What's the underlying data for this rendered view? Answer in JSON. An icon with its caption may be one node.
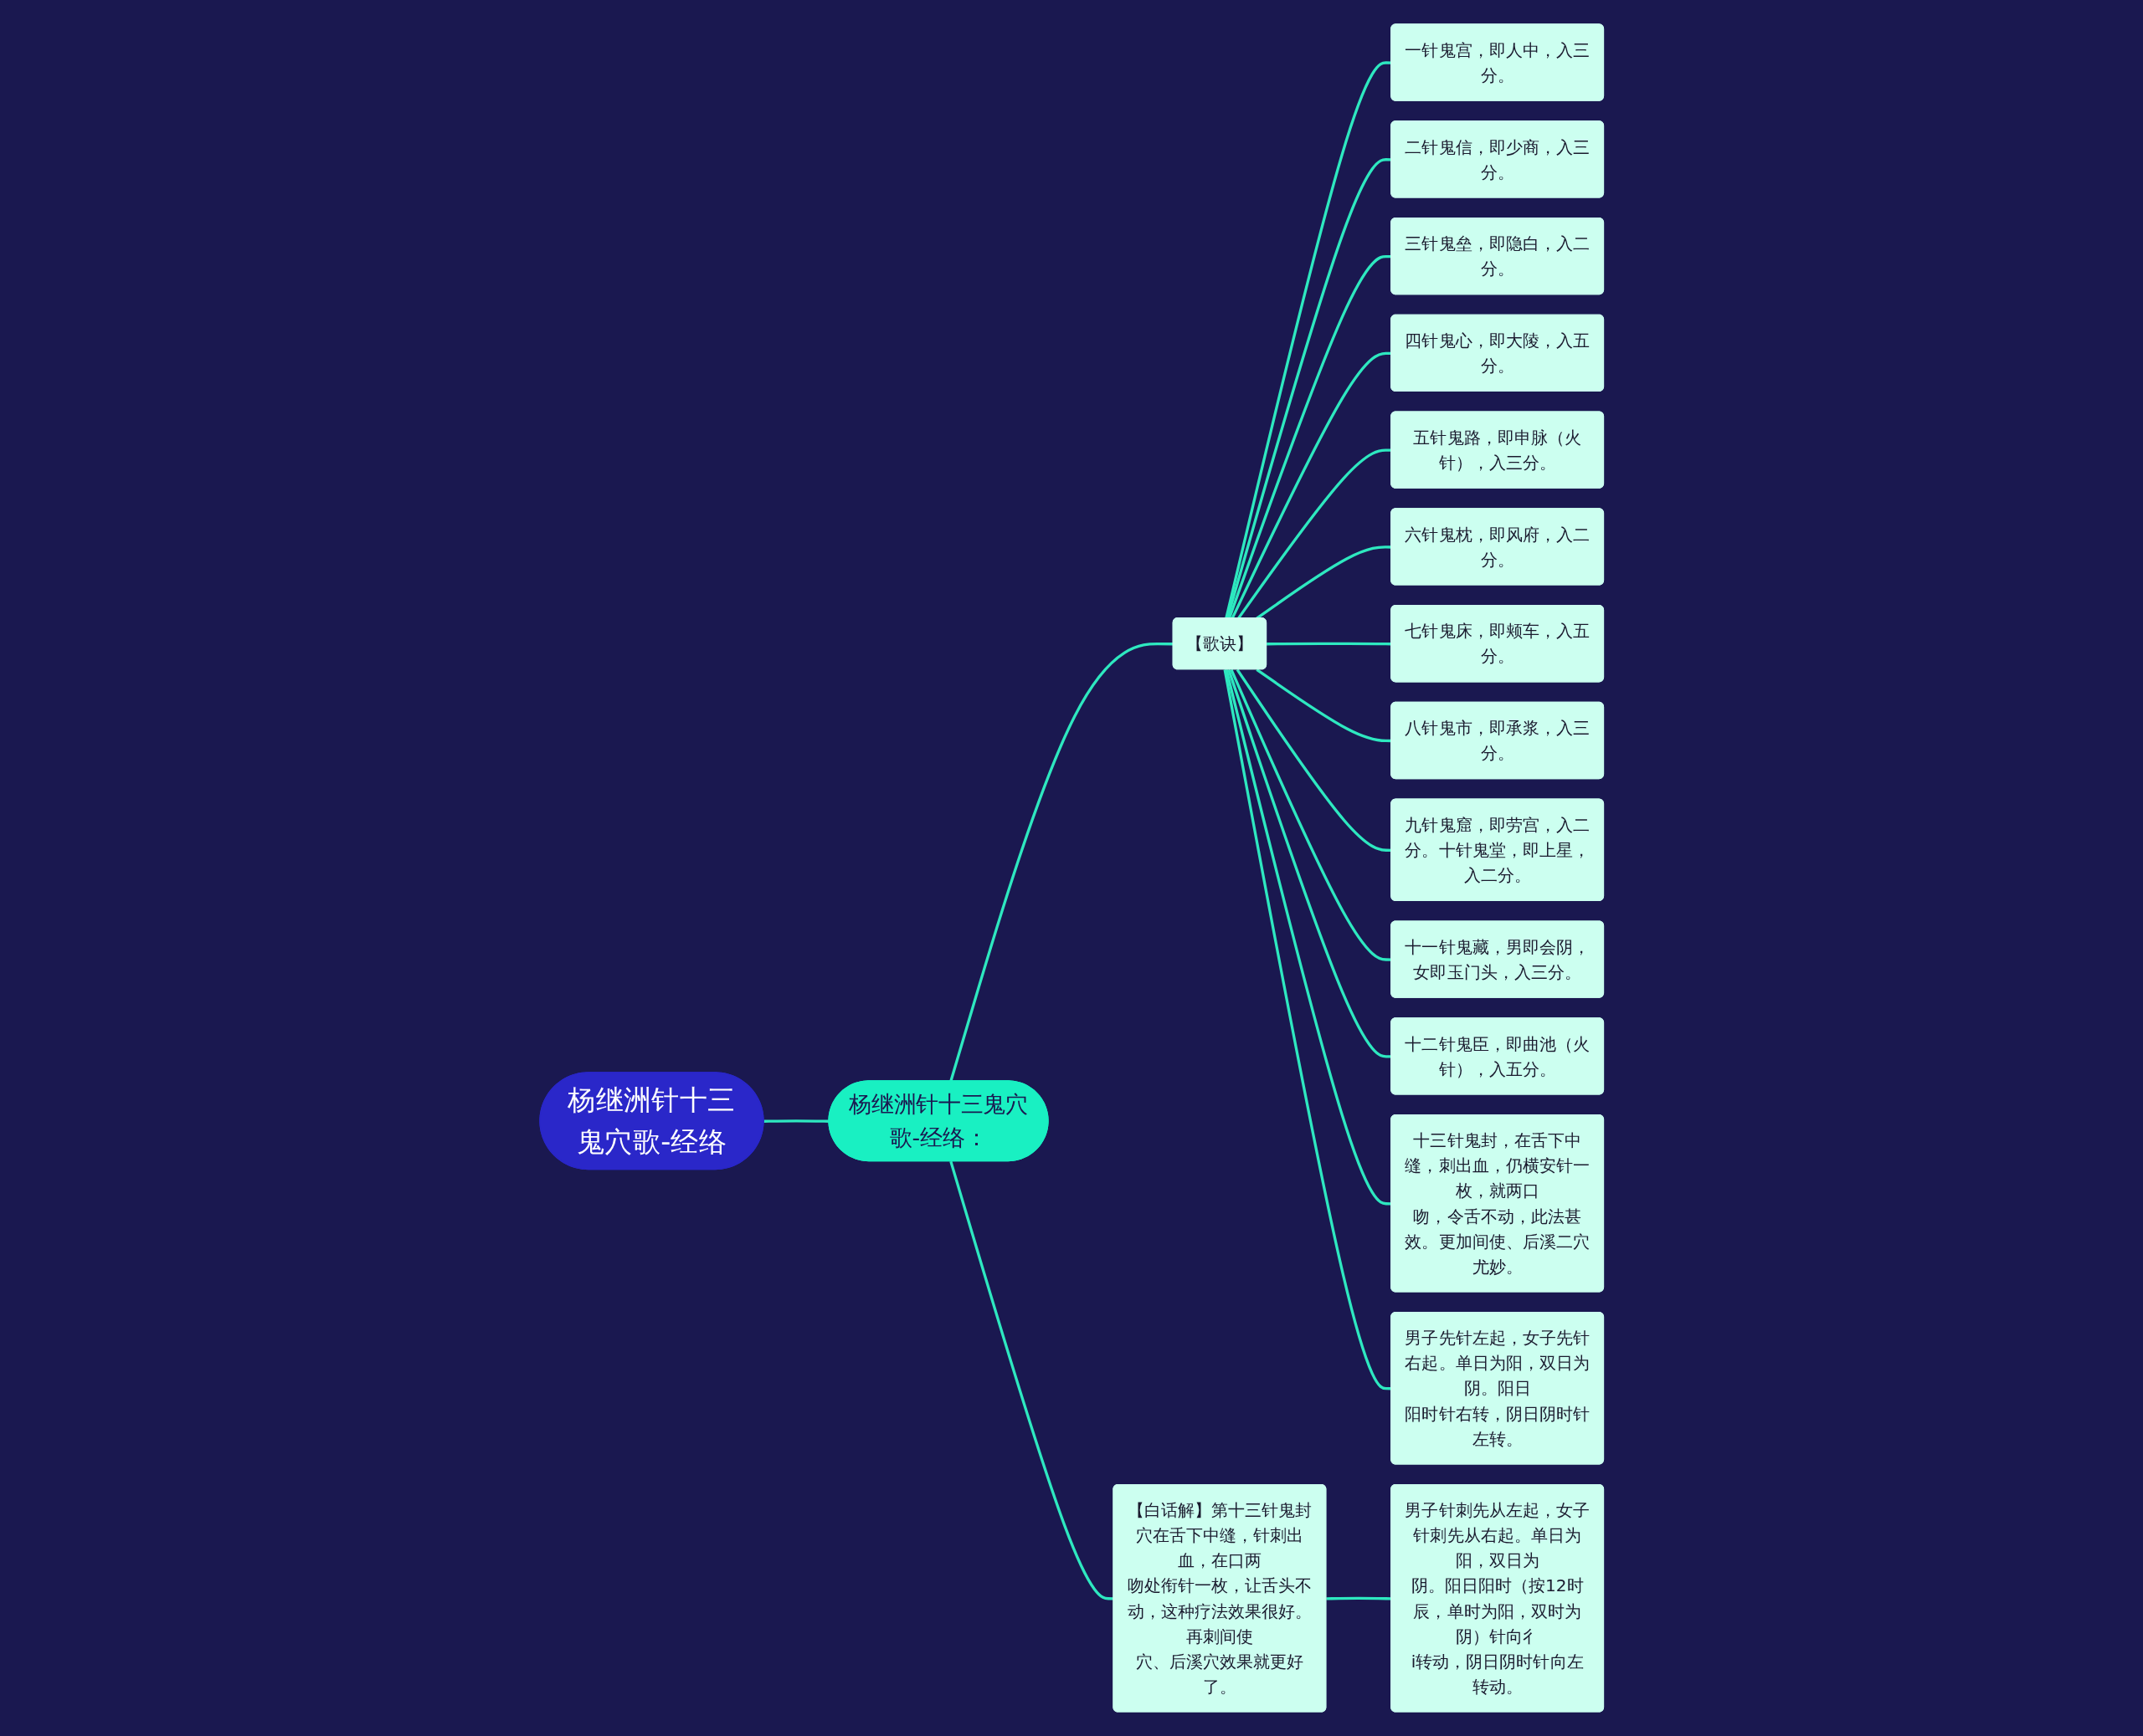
{
  "diagram": {
    "nodes": [
      {
        "text": [
          "杨继洲针十三鬼穴歌-经络"
        ]
      },
      {
        "text": [
          "杨继洲针十三鬼穴歌-经络："
        ]
      },
      {
        "text": [
          "【歌诀】"
        ]
      },
      {
        "text": [
          "一针鬼宫，即人中，入三分。"
        ]
      },
      {
        "text": [
          "二针鬼信，即少商，入三分。"
        ]
      },
      {
        "text": [
          "三针鬼垒，即隐白，入二分。"
        ]
      },
      {
        "text": [
          "四针鬼心，即大陵，入五分。"
        ]
      },
      {
        "text": [
          "五针鬼路，即申脉（火针），入三分。"
        ]
      },
      {
        "text": [
          "六针鬼枕，即风府，入二分。"
        ]
      },
      {
        "text": [
          "七针鬼床，即颊车，入五分。"
        ]
      },
      {
        "text": [
          "八针鬼市，即承浆，入三分。"
        ]
      },
      {
        "text": [
          "九针鬼窟，即劳宫，入二分。十针鬼堂，即上星，入二分。"
        ]
      },
      {
        "text": [
          "十一针鬼藏，男即会阴，女即玉门头，入三分。"
        ]
      },
      {
        "text": [
          "十二针鬼臣，即曲池（火针），入五分。"
        ]
      },
      {
        "text": [
          "十三针鬼封，在舌下中缝，刺出血，仍横安针一枚，就两口吻，令舌不动，此法甚效。更加间使、后溪二穴尤妙。"
        ]
      },
      {
        "text": [
          "男子先针左起，女子先针右起。单日为阳，双日为阴。阳日阳时针右转，阴日阴时针左转。"
        ]
      },
      {
        "text": [
          "【白话解】第十三针鬼封穴在舌下中缝，针刺出血，在口两吻处衔针一枚，让舌头不动，这种疗法效果很好。再刺间使穴、后溪穴效果就更好了。"
        ]
      },
      {
        "text": [
          "男子针刺先从左起，女子针刺先从右起。单日为阳，双日为阴。阳日阳时（按12时辰，单时为阳，双时为阴）针向彳i转动，阴日阴时针向左转动。"
        ]
      }
    ],
    "edges": [
      {
        "from": 0,
        "to": 1,
        "arrow": "none"
      },
      {
        "from": 1,
        "to": 2,
        "arrow": "none"
      },
      {
        "from": 2,
        "to": 3,
        "arrow": "none"
      },
      {
        "from": 2,
        "to": 4,
        "arrow": "none"
      },
      {
        "from": 2,
        "to": 5,
        "arrow": "none"
      },
      {
        "from": 2,
        "to": 6,
        "arrow": "none"
      },
      {
        "from": 2,
        "to": 7,
        "arrow": "none"
      },
      {
        "from": 2,
        "to": 8,
        "arrow": "none"
      },
      {
        "from": 2,
        "to": 9,
        "arrow": "none"
      },
      {
        "from": 2,
        "to": 10,
        "arrow": "none"
      },
      {
        "from": 2,
        "to": 11,
        "arrow": "none"
      },
      {
        "from": 2,
        "to": 12,
        "arrow": "none"
      },
      {
        "from": 2,
        "to": 13,
        "arrow": "none"
      },
      {
        "from": 2,
        "to": 14,
        "arrow": "none"
      },
      {
        "from": 2,
        "to": 15,
        "arrow": "none"
      },
      {
        "from": 1,
        "to": 16,
        "arrow": "none"
      },
      {
        "from": 16,
        "to": 17,
        "arrow": "none"
      }
    ]
  }
}
